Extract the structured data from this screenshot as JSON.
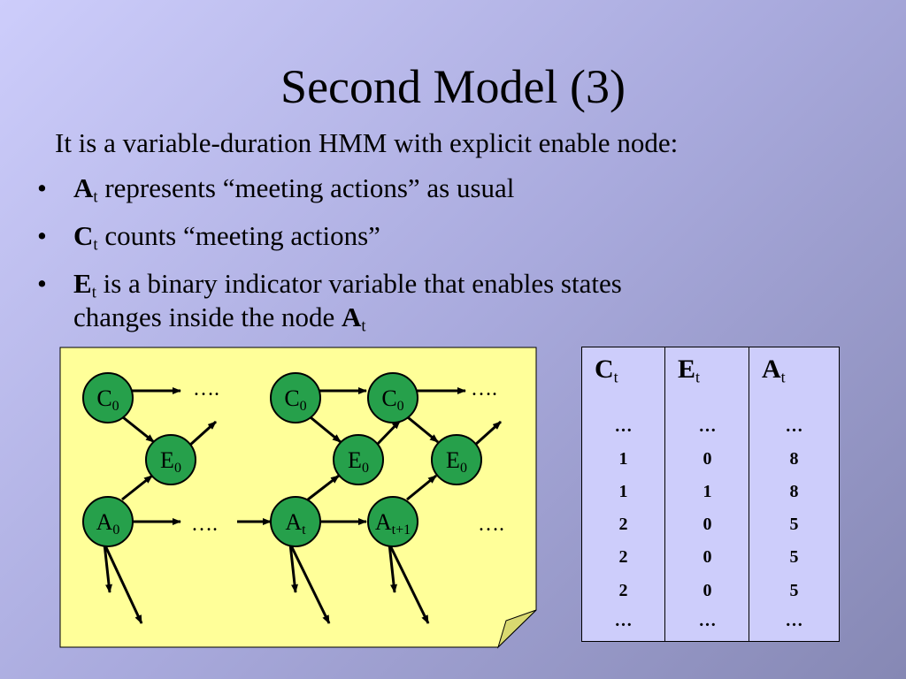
{
  "slide": {
    "title": "Second Model (3)",
    "intro": "It is a variable-duration HMM with explicit enable node:"
  },
  "bullets": [
    {
      "symbol": "•",
      "term": "A",
      "sub": "t",
      "text": " represents “meeting actions” as usual",
      "cont_text": "",
      "cont_term": "",
      "cont_sub": ""
    },
    {
      "symbol": "•",
      "term": "C",
      "sub": "t",
      "text": " counts “meeting actions”",
      "cont_text": "",
      "cont_term": "",
      "cont_sub": ""
    },
    {
      "symbol": "•",
      "term": "E",
      "sub": "t",
      "text": " is a binary indicator variable that enables states",
      "cont_text": "changes inside the node ",
      "cont_term": "A",
      "cont_sub": "t"
    }
  ],
  "diagram": {
    "colors": {
      "note_bg": "#ffff99",
      "node_fill": "#26a04b"
    },
    "nodes": {
      "c0_left": {
        "base": "C",
        "sub": "0"
      },
      "e0_left": {
        "base": "E",
        "sub": "0"
      },
      "a0_left": {
        "base": "A",
        "sub": "0"
      },
      "c0_mid": {
        "base": "C",
        "sub": "0"
      },
      "e0_mid": {
        "base": "E",
        "sub": "0"
      },
      "at_mid": {
        "base": "A",
        "sub": "t"
      },
      "c0_right": {
        "base": "C",
        "sub": "0"
      },
      "e0_right": {
        "base": "E",
        "sub": "0"
      },
      "at1_right": {
        "base": "A",
        "sub": "t+1"
      }
    },
    "ellipsis": "…."
  },
  "table": {
    "columns": [
      {
        "base": "C",
        "sub": "t",
        "cells": [
          "…",
          "1",
          "1",
          "2",
          "2",
          "2",
          "…"
        ]
      },
      {
        "base": "E",
        "sub": "t",
        "cells": [
          "…",
          "0",
          "1",
          "0",
          "0",
          "0",
          "…"
        ]
      },
      {
        "base": "A",
        "sub": "t",
        "cells": [
          "…",
          "8",
          "8",
          "5",
          "5",
          "5",
          "…"
        ]
      }
    ]
  }
}
